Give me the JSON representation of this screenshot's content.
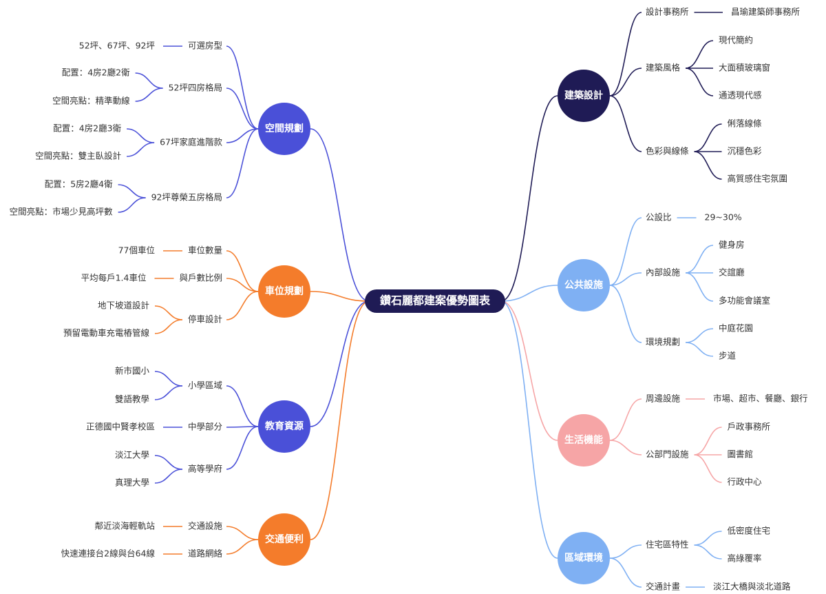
{
  "root": {
    "label": "鑽石麗都建案優勢圖表",
    "color": "#1f1b55"
  },
  "branches": [
    {
      "key": "architecture",
      "label": "建築設計",
      "side": "right",
      "color": "#1f1b55",
      "children": [
        {
          "label": "設計事務所",
          "children": [
            {
              "label": "昌瑜建築師事務所"
            }
          ]
        },
        {
          "label": "建築風格",
          "children": [
            {
              "label": "現代簡約"
            },
            {
              "label": "大面積玻璃窗"
            },
            {
              "label": "通透現代感"
            }
          ]
        },
        {
          "label": "色彩與線條",
          "children": [
            {
              "label": "俐落線條"
            },
            {
              "label": "沉穩色彩"
            },
            {
              "label": "高質感住宅氛圍"
            }
          ]
        }
      ]
    },
    {
      "key": "public",
      "label": "公共設施",
      "side": "right",
      "color": "#7fb0f3",
      "children": [
        {
          "label": "公設比",
          "children": [
            {
              "label": "29~30%"
            }
          ]
        },
        {
          "label": "內部設施",
          "children": [
            {
              "label": "健身房"
            },
            {
              "label": "交誼廳"
            },
            {
              "label": "多功能會議室"
            }
          ]
        },
        {
          "label": "環境規劃",
          "children": [
            {
              "label": "中庭花園"
            },
            {
              "label": "步道"
            }
          ]
        }
      ]
    },
    {
      "key": "living",
      "label": "生活機能",
      "side": "right",
      "color": "#f6a5a6",
      "children": [
        {
          "label": "周邊設施",
          "children": [
            {
              "label": "市場、超市、餐廳、銀行"
            }
          ]
        },
        {
          "label": "公部門設施",
          "children": [
            {
              "label": "戶政事務所"
            },
            {
              "label": "圖書館"
            },
            {
              "label": "行政中心"
            }
          ]
        }
      ]
    },
    {
      "key": "region",
      "label": "區域環境",
      "side": "right",
      "color": "#7fb0f3",
      "children": [
        {
          "label": "住宅區特性",
          "children": [
            {
              "label": "低密度住宅"
            },
            {
              "label": "高綠覆率"
            }
          ]
        },
        {
          "label": "交通計畫",
          "children": [
            {
              "label": "淡江大橋與淡北道路"
            }
          ]
        }
      ]
    },
    {
      "key": "space",
      "label": "空間規劃",
      "side": "left",
      "color": "#4a50d8",
      "children": [
        {
          "label": "可選房型",
          "children": [
            {
              "label": "52坪、67坪、92坪"
            }
          ]
        },
        {
          "label": "52坪四房格局",
          "children": [
            {
              "label": "配置：4房2廳2衛"
            },
            {
              "label": "空間亮點：精準動線"
            }
          ]
        },
        {
          "label": "67坪家庭進階款",
          "children": [
            {
              "label": "配置：4房2廳3衛"
            },
            {
              "label": "空間亮點：雙主臥設計"
            }
          ]
        },
        {
          "label": "92坪尊榮五房格局",
          "children": [
            {
              "label": "配置：5房2廳4衛"
            },
            {
              "label": "空間亮點：市場少見高坪數"
            }
          ]
        }
      ]
    },
    {
      "key": "parking",
      "label": "車位規劃",
      "side": "left",
      "color": "#f47c2b",
      "children": [
        {
          "label": "車位數量",
          "children": [
            {
              "label": "77個車位"
            }
          ]
        },
        {
          "label": "與戶數比例",
          "children": [
            {
              "label": "平均每戶1.4車位"
            }
          ]
        },
        {
          "label": "停車設計",
          "children": [
            {
              "label": "地下坡道設計"
            },
            {
              "label": "預留電動車充電樁管線"
            }
          ]
        }
      ]
    },
    {
      "key": "education",
      "label": "教育資源",
      "side": "left",
      "color": "#4a50d8",
      "children": [
        {
          "label": "小學區域",
          "children": [
            {
              "label": "新市國小"
            },
            {
              "label": "雙語教學"
            }
          ]
        },
        {
          "label": "中學部分",
          "children": [
            {
              "label": "正德國中賢孝校區"
            }
          ]
        },
        {
          "label": "高等學府",
          "children": [
            {
              "label": "淡江大學"
            },
            {
              "label": "真理大學"
            }
          ]
        }
      ]
    },
    {
      "key": "transport",
      "label": "交通便利",
      "side": "left",
      "color": "#f47c2b",
      "children": [
        {
          "label": "交通設施",
          "children": [
            {
              "label": "鄰近淡海輕軌站"
            }
          ]
        },
        {
          "label": "道路網絡",
          "children": [
            {
              "label": "快速連接台2線與台64線"
            }
          ]
        }
      ]
    }
  ]
}
